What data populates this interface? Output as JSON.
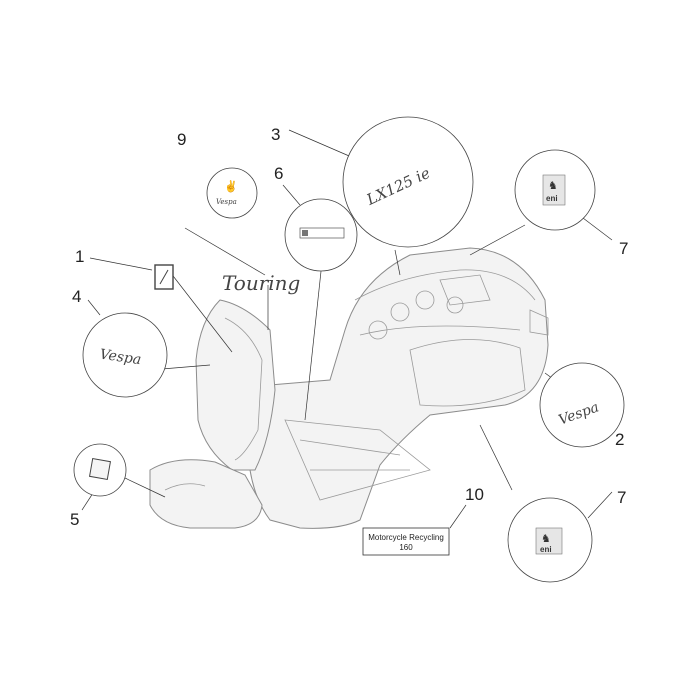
{
  "callouts": [
    {
      "id": "c1",
      "number": "1"
    },
    {
      "id": "c2",
      "number": "2"
    },
    {
      "id": "c3",
      "number": "3"
    },
    {
      "id": "c4",
      "number": "4"
    },
    {
      "id": "c5",
      "number": "5"
    },
    {
      "id": "c6",
      "number": "6"
    },
    {
      "id": "c7a",
      "number": "7"
    },
    {
      "id": "c7b",
      "number": "7"
    },
    {
      "id": "c9",
      "number": "9"
    },
    {
      "id": "c10",
      "number": "10"
    }
  ],
  "decals": {
    "vespa_script": "Vespa",
    "touring_script": "Touring",
    "lx125_text": "LX125 ie",
    "eni_text": "eni",
    "recycling_line1": "Motorcycle Recycling",
    "recycling_line2": "160"
  },
  "colors": {
    "line": "#333333",
    "body_outline": "#8c8c8c"
  }
}
